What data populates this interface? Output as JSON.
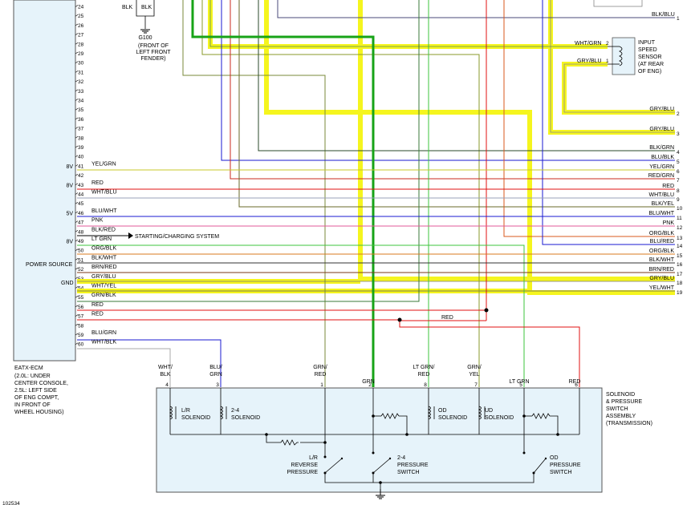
{
  "ecm": {
    "pin_numbers": [
      "24",
      "25",
      "26",
      "27",
      "28",
      "29",
      "30",
      "31",
      "32",
      "33",
      "34",
      "35",
      "36",
      "37",
      "38",
      "39",
      "40",
      "41",
      "42",
      "43",
      "44",
      "45",
      "46",
      "47",
      "48",
      "49",
      "50",
      "51",
      "52",
      "53",
      "54",
      "55",
      "56",
      "57",
      "58",
      "59",
      "60"
    ],
    "voltage_labels": [
      {
        "pin": "41",
        "text": "8V"
      },
      {
        "pin": "43",
        "text": "8V"
      },
      {
        "pin": "46",
        "text": "5V"
      },
      {
        "pin": "49",
        "text": "8V"
      }
    ],
    "power_source_label": "POWER SOURCE",
    "gnd_label": "GND",
    "name_lines": [
      "EATX-ECM",
      "(2.0L: UNDER",
      "CENTER CONSOLE,",
      "2.5L: LEFT SIDE",
      "OF ENG COMPT,",
      "IN FRONT OF",
      "WHEEL HOUSING)"
    ]
  },
  "ground_g100": {
    "wire_labels": [
      "BLK",
      "BLK"
    ],
    "name": "G100",
    "desc_lines": [
      "(FRONT OF",
      "LEFT FRONT",
      "FENDER)"
    ]
  },
  "input_speed_sensor": {
    "pins": [
      "2",
      "1"
    ],
    "wire_labels": [
      "WHT/GRN",
      "GRY/BLU"
    ],
    "desc_lines": [
      "INPUT",
      "SPEED",
      "SENSOR",
      "(AT REAR",
      "OF ENG)"
    ]
  },
  "top_right_wire": {
    "label": "BLK/BLU",
    "pin": "1"
  },
  "left_wires": [
    {
      "pin": "41",
      "label": "YEL/GRN"
    },
    {
      "pin": "43",
      "label": "RED"
    },
    {
      "pin": "44",
      "label": "WHT/BLU"
    },
    {
      "pin": "46",
      "label": "BLU/WHT"
    },
    {
      "pin": "47",
      "label": "PNK"
    },
    {
      "pin": "48",
      "label": "BLK/RED"
    },
    {
      "pin": "49",
      "label": "LT GRN"
    },
    {
      "pin": "50",
      "label": "ORG/BLK"
    },
    {
      "pin": "51",
      "label": "BLK/WHT"
    },
    {
      "pin": "52",
      "label": "BRN/RED"
    },
    {
      "pin": "53",
      "label": "GRY/BLU"
    },
    {
      "pin": "54",
      "label": "WHT/YEL"
    },
    {
      "pin": "55",
      "label": "GRN/BLK"
    },
    {
      "pin": "56",
      "label": "RED"
    },
    {
      "pin": "57",
      "label": "RED"
    },
    {
      "pin": "59",
      "label": "BLU/GRN"
    },
    {
      "pin": "60",
      "label": "WHT/BLK"
    }
  ],
  "starting_charging_label": "STARTING/CHARGING SYSTEM",
  "right_connector": [
    {
      "label": "GRY/BLU",
      "pin": "2"
    },
    {
      "label": "GRY/BLU",
      "pin": "3"
    },
    {
      "label": "BLK/GRN",
      "pin": "4"
    },
    {
      "label": "BLU/BLK",
      "pin": "5"
    },
    {
      "label": "YEL/GRN",
      "pin": "6"
    },
    {
      "label": "RED/GRN",
      "pin": "7"
    },
    {
      "label": "RED",
      "pin": "8"
    },
    {
      "label": "WHT/BLU",
      "pin": "9"
    },
    {
      "label": "BLK/YEL",
      "pin": "10"
    },
    {
      "label": "BLU/WHT",
      "pin": "11"
    },
    {
      "label": "PNK",
      "pin": "12"
    },
    {
      "label": "ORG/BLK",
      "pin": "13"
    },
    {
      "label": "BLU/RED",
      "pin": "14"
    },
    {
      "label": "ORG/BLK",
      "pin": "15"
    },
    {
      "label": "BLK/WHT",
      "pin": "16"
    },
    {
      "label": "BRN/RED",
      "pin": "17"
    },
    {
      "label": "GRY/BLU",
      "pin": "18"
    },
    {
      "label": "YEL/WHT",
      "pin": "19"
    }
  ],
  "splice_red_label": "RED",
  "solenoid_assembly": {
    "name_lines": [
      "SOLENOID",
      "& PRESSURE",
      "SWITCH",
      "ASSEMBLY",
      "(TRANSMISSION)"
    ],
    "pins": [
      {
        "pin": "4",
        "label_lines": [
          "WHT/",
          "BLK"
        ]
      },
      {
        "pin": "3",
        "label_lines": [
          "BLU/",
          "GRN"
        ]
      },
      {
        "pin": "1",
        "label_lines": [
          "GRN/",
          "RED"
        ]
      },
      {
        "pin": "2",
        "label_lines": [
          "GRN"
        ]
      },
      {
        "pin": "8",
        "label_lines": [
          "LT GRN/",
          "RED"
        ]
      },
      {
        "pin": "7",
        "label_lines": [
          "GRN/",
          "YEL"
        ]
      },
      {
        "pin": "5",
        "label_lines": [
          "LT GRN"
        ]
      },
      {
        "pin": "6",
        "label_lines": [
          "RED"
        ]
      }
    ],
    "solenoids": [
      {
        "lines": [
          "L/R",
          "SOLENOID"
        ]
      },
      {
        "lines": [
          "2-4",
          "SOLENOID"
        ]
      },
      {
        "lines": [
          "OD",
          "SOLENOID"
        ]
      },
      {
        "lines": [
          "UD",
          "SOLENOID"
        ]
      }
    ],
    "switches": [
      {
        "lines": [
          "L/R",
          "REVERSE",
          "PRESSURE"
        ]
      },
      {
        "lines": [
          "2-4",
          "PRESSURE",
          "SWITCH"
        ]
      },
      {
        "lines": [
          "OD",
          "PRESSURE",
          "SWITCH"
        ]
      }
    ]
  },
  "figure_number": "102534",
  "colors": {
    "yellow_thick": "#f5f51e",
    "green_thick": "#17a317",
    "red": "#e01010",
    "blue": "#1a1ad0",
    "box_fill": "#e6f3fa"
  }
}
